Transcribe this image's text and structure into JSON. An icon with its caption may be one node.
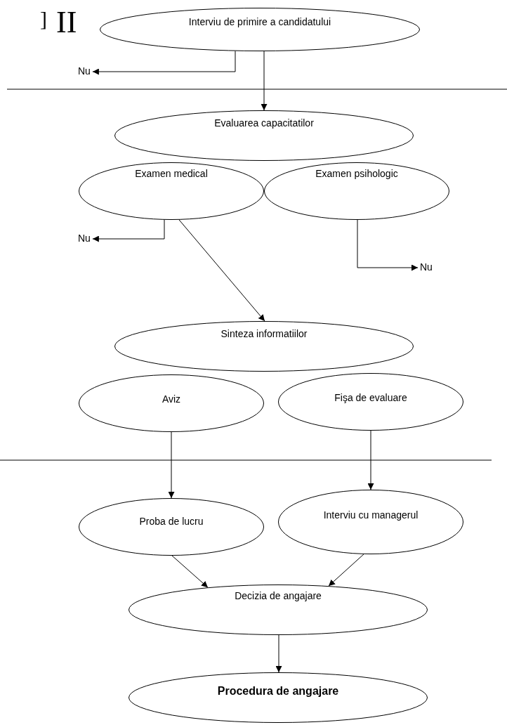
{
  "diagram": {
    "nodes": [
      {
        "text": [
          "Interviu de primire a candidatului"
        ]
      },
      {
        "text": [
          "Nu"
        ]
      },
      {
        "text": [
          "Evaluarea capacitatilor"
        ]
      },
      {
        "text": [
          "Examen medical"
        ]
      },
      {
        "text": [
          "Examen psihologic"
        ]
      },
      {
        "text": [
          "Nu"
        ]
      },
      {
        "text": [
          "Nu"
        ]
      },
      {
        "text": [
          "Sinteza informatiilor"
        ]
      },
      {
        "text": [
          "Aviz"
        ]
      },
      {
        "text": [
          "Fişa de evaluare"
        ]
      },
      {
        "text": [
          "Proba de lucru"
        ]
      },
      {
        "text": [
          "Interviu cu managerul"
        ]
      },
      {
        "text": [
          "Decizia de angajare"
        ]
      },
      {
        "text": [
          "Procedura de angajare"
        ]
      }
    ],
    "edges": [
      {
        "from": 0,
        "to": 1,
        "arrow": "to"
      },
      {
        "from": 0,
        "to": 2,
        "arrow": "to"
      },
      {
        "from": 3,
        "to": 5,
        "arrow": "to"
      },
      {
        "from": 3,
        "to": 7,
        "arrow": "to"
      },
      {
        "from": 4,
        "to": 6,
        "arrow": "to"
      },
      {
        "from": 8,
        "to": 10,
        "arrow": "to"
      },
      {
        "from": 9,
        "to": 11,
        "arrow": "to"
      },
      {
        "from": 10,
        "to": 12,
        "arrow": "to"
      },
      {
        "from": 11,
        "to": 12,
        "arrow": "to"
      },
      {
        "from": 12,
        "to": 13,
        "arrow": "to"
      }
    ],
    "labels": [
      "]",
      "II"
    ]
  }
}
